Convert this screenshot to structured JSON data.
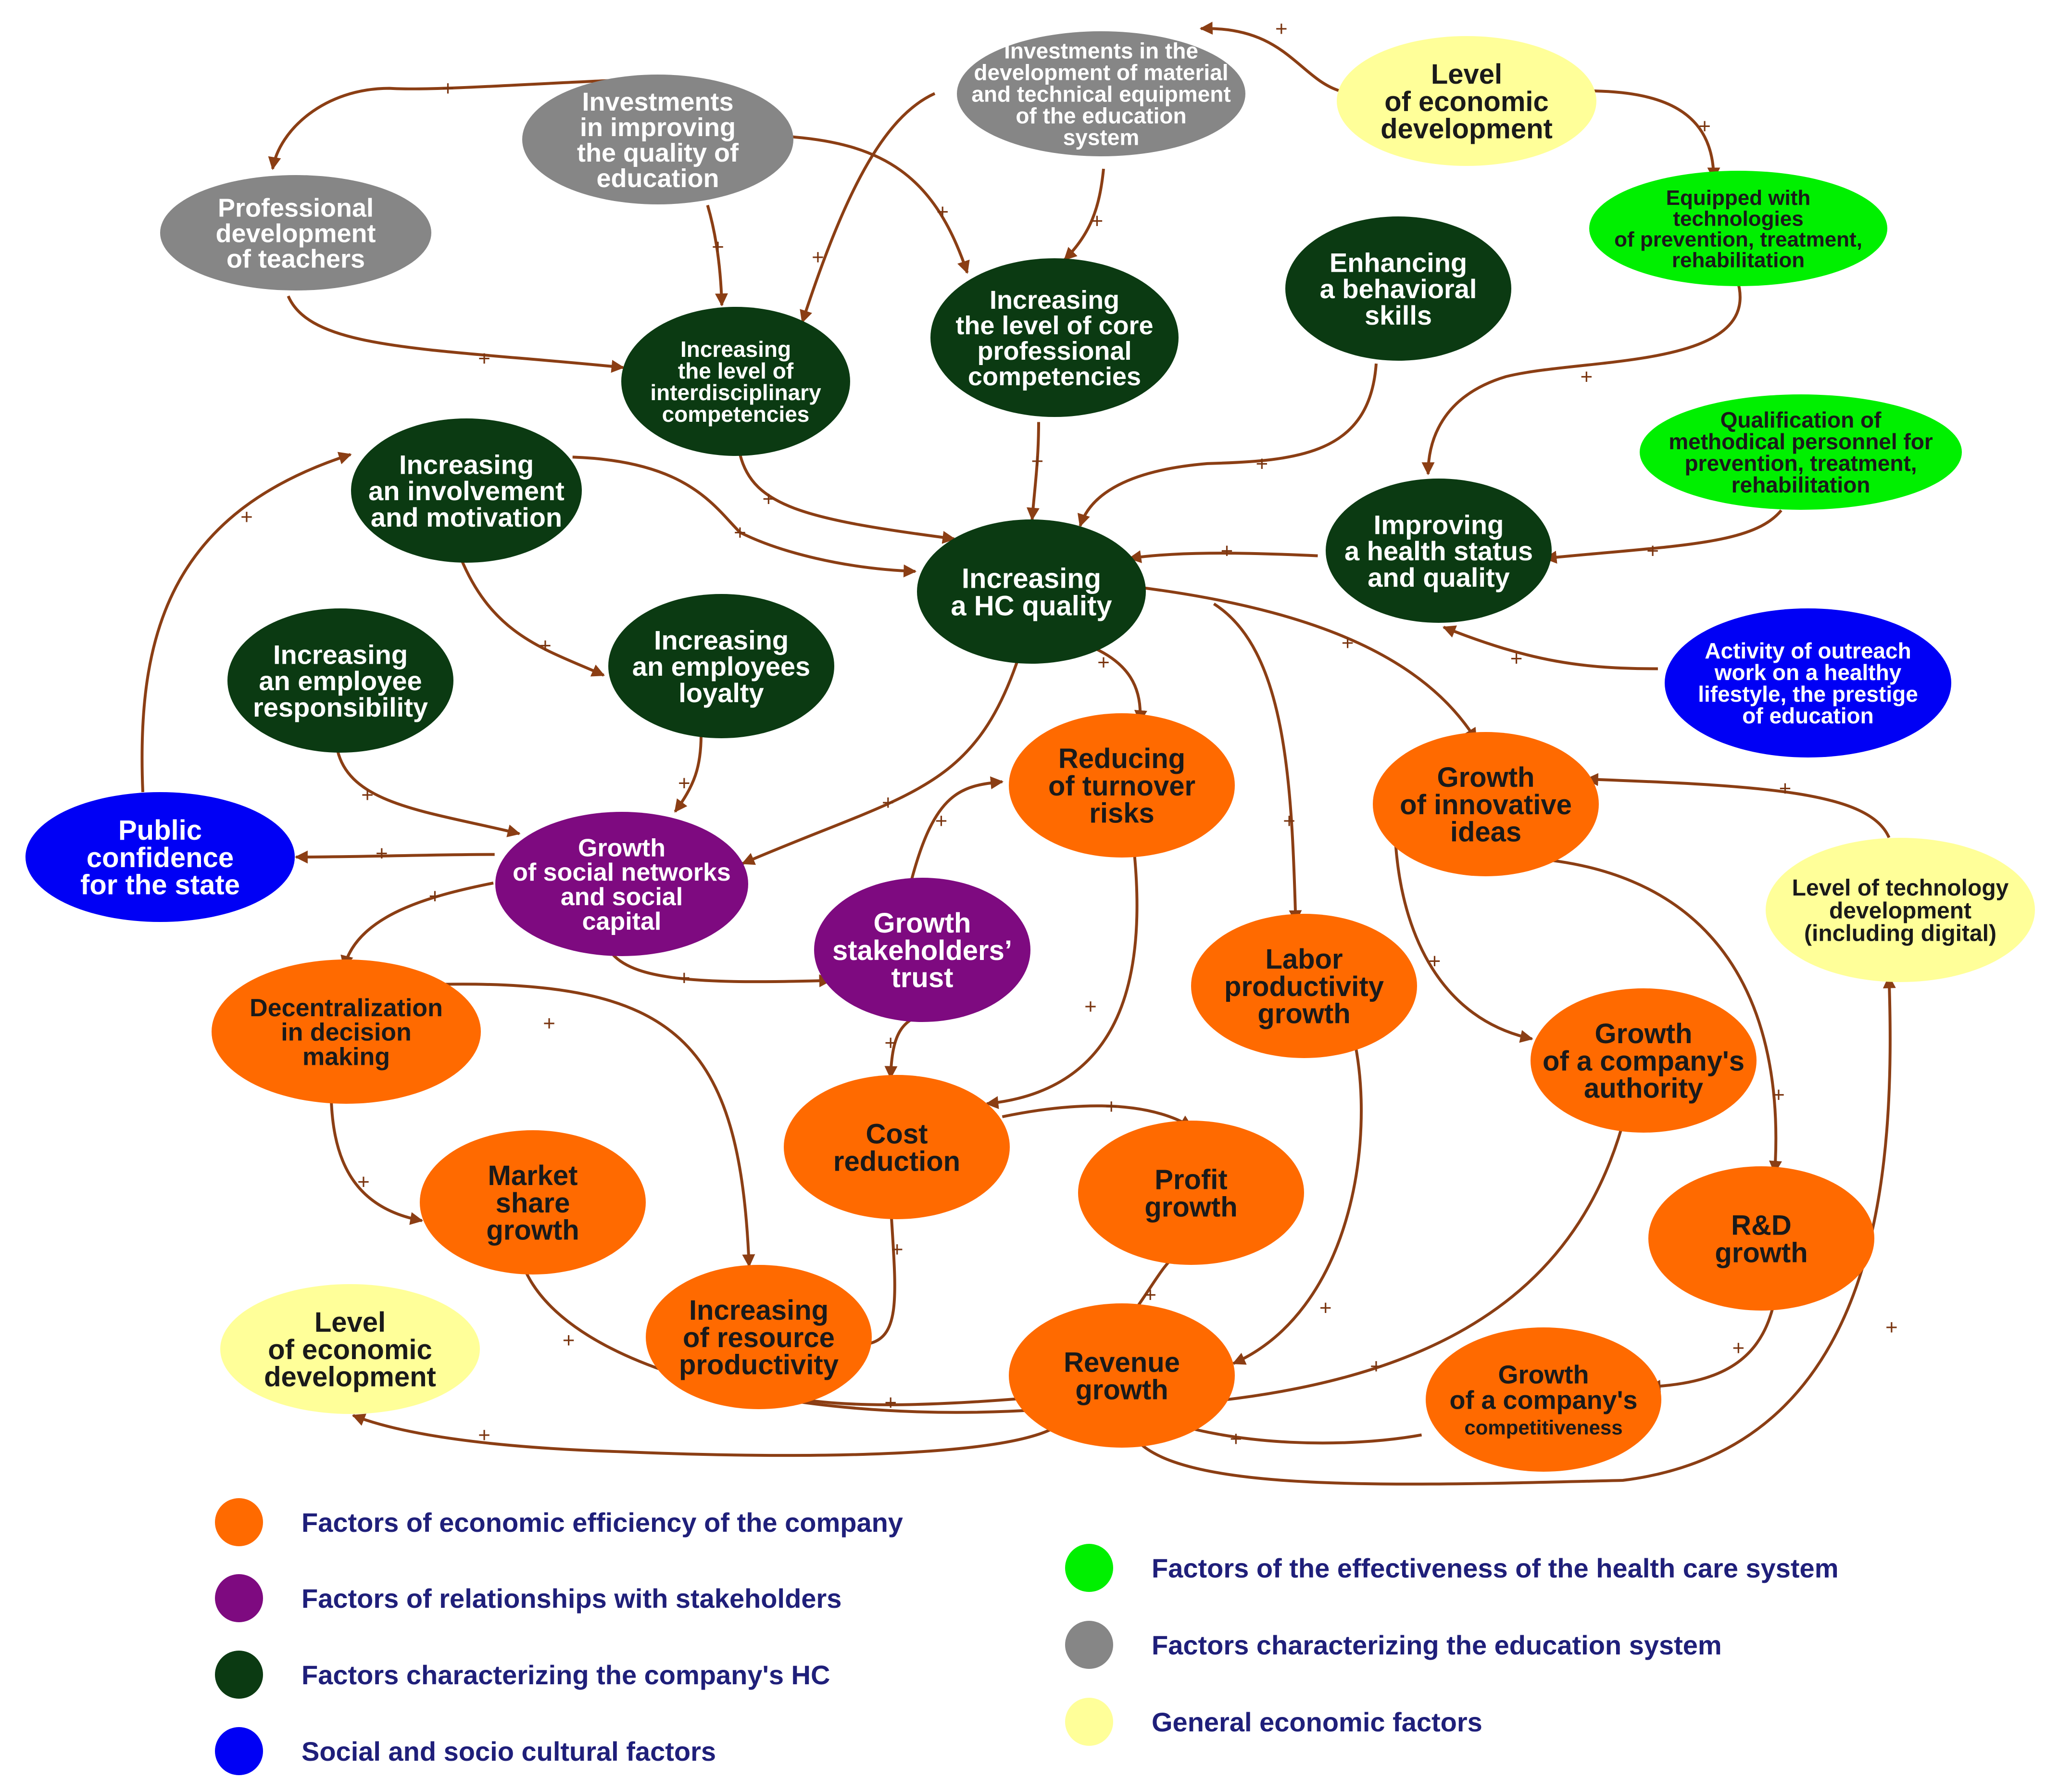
{
  "colors": {
    "orange": "#ff6a00",
    "purple": "#7e0a80",
    "darkgreen": "#0b3a12",
    "blue": "#0000f5",
    "green": "#00f000",
    "gray": "#868686",
    "yellow": "#ffff99",
    "edge": "#8b3e14",
    "legend_text": "#1f1f7a"
  },
  "nodes": [
    {
      "id": "inv_equip",
      "color": "gray",
      "lines": [
        "Investments in the",
        "development of material",
        "and technical equipment",
        "of the education",
        "system"
      ]
    },
    {
      "id": "econ_top",
      "color": "yellow",
      "lines": [
        "Level",
        "of economic",
        "development"
      ]
    },
    {
      "id": "inv_quality",
      "color": "gray",
      "lines": [
        "Investments",
        "in improving",
        "the quality of",
        "education"
      ]
    },
    {
      "id": "prof_dev",
      "color": "gray",
      "lines": [
        "Professional",
        "development",
        "of teachers"
      ]
    },
    {
      "id": "equipped",
      "color": "green",
      "lines": [
        "Equipped with",
        "technologies",
        "of prevention, treatment,",
        "rehabilitation"
      ]
    },
    {
      "id": "enh_behav",
      "color": "darkgreen",
      "lines": [
        "Enhancing",
        "a behavioral",
        "skills"
      ]
    },
    {
      "id": "core_comp",
      "color": "darkgreen",
      "lines": [
        "Increasing",
        "the level of core",
        "professional",
        "competencies"
      ]
    },
    {
      "id": "interdisc",
      "color": "darkgreen",
      "lines": [
        "Increasing",
        "the level of",
        "interdisciplinary",
        "competencies"
      ]
    },
    {
      "id": "qual_meth",
      "color": "green",
      "lines": [
        "Qualification of",
        "methodical personnel for",
        "prevention, treatment,",
        "rehabilitation"
      ]
    },
    {
      "id": "involvement",
      "color": "darkgreen",
      "lines": [
        "Increasing",
        "an involvement",
        "and motivation"
      ]
    },
    {
      "id": "hc_quality",
      "color": "darkgreen",
      "lines": [
        "Increasing",
        "a HC quality"
      ]
    },
    {
      "id": "health",
      "color": "darkgreen",
      "lines": [
        "Improving",
        "a health status",
        "and quality"
      ]
    },
    {
      "id": "outreach",
      "color": "blue",
      "lines": [
        "Activity of outreach",
        "work on a healthy",
        "lifestyle, the prestige",
        "of education"
      ]
    },
    {
      "id": "responsibility",
      "color": "darkgreen",
      "lines": [
        "Increasing",
        "an employee",
        "responsibility"
      ]
    },
    {
      "id": "loyalty",
      "color": "darkgreen",
      "lines": [
        "Increasing",
        "an employees",
        "loyalty"
      ]
    },
    {
      "id": "turnover",
      "color": "orange",
      "lines": [
        "Reducing",
        "of turnover",
        "risks"
      ]
    },
    {
      "id": "innov",
      "color": "orange",
      "lines": [
        "Growth",
        "of innovative",
        "ideas"
      ]
    },
    {
      "id": "public_conf",
      "color": "blue",
      "lines": [
        "Public",
        "confidence",
        "for the state"
      ]
    },
    {
      "id": "social_net",
      "color": "purple",
      "lines": [
        "Growth",
        "of social networks",
        "and social",
        "capital"
      ]
    },
    {
      "id": "stake_trust",
      "color": "purple",
      "lines": [
        "Growth",
        "stakeholders’",
        "trust"
      ]
    },
    {
      "id": "tech_level",
      "color": "yellow",
      "lines": [
        "Level of technology",
        "development",
        "(including digital)"
      ]
    },
    {
      "id": "decentral",
      "color": "orange",
      "lines": [
        "Decentralization",
        "in decision",
        "making"
      ]
    },
    {
      "id": "labor_prod",
      "color": "orange",
      "lines": [
        "Labor",
        "productivity",
        "growth"
      ]
    },
    {
      "id": "authority",
      "color": "orange",
      "lines": [
        "Growth",
        "of a company's",
        "authority"
      ]
    },
    {
      "id": "cost_red",
      "color": "orange",
      "lines": [
        "Cost",
        "reduction"
      ]
    },
    {
      "id": "market_share",
      "color": "orange",
      "lines": [
        "Market",
        "share",
        "growth"
      ]
    },
    {
      "id": "profit",
      "color": "orange",
      "lines": [
        "Profit",
        "growth"
      ]
    },
    {
      "id": "rnd",
      "color": "orange",
      "lines": [
        "R&D",
        "growth"
      ]
    },
    {
      "id": "econ_bottom",
      "color": "yellow",
      "lines": [
        "Level",
        "of economic",
        "development"
      ]
    },
    {
      "id": "resource_prod",
      "color": "orange",
      "lines": [
        "Increasing",
        "of resource",
        "productivity"
      ]
    },
    {
      "id": "revenue",
      "color": "orange",
      "lines": [
        "Revenue",
        "growth"
      ]
    },
    {
      "id": "competit",
      "color": "orange",
      "lines": [
        "Growth",
        "of a company's",
        "competitiveness"
      ]
    }
  ],
  "edge_sign": "+",
  "legend": [
    {
      "color": "orange",
      "label": "Factors of economic efficiency of the company"
    },
    {
      "color": "purple",
      "label": "Factors of relationships with stakeholders"
    },
    {
      "color": "darkgreen",
      "label": "Factors characterizing the company's HC"
    },
    {
      "color": "blue",
      "label": "Social and socio cultural factors"
    },
    {
      "color": "green",
      "label": "Factors of the effectiveness of the health care system"
    },
    {
      "color": "gray",
      "label": "Factors characterizing the education system"
    },
    {
      "color": "yellow",
      "label": "General economic factors"
    }
  ]
}
